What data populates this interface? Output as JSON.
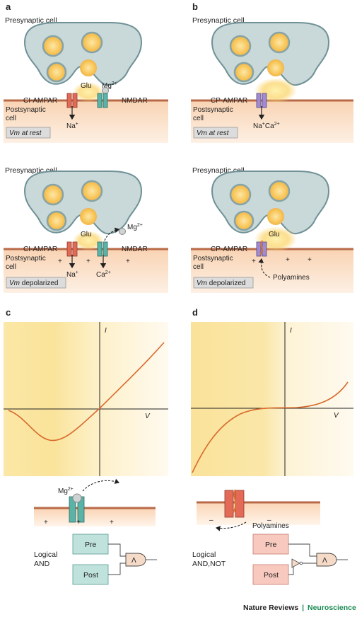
{
  "panels": {
    "a": {
      "letter": "a",
      "top": {
        "presynaptic": "Presynaptic cell",
        "glu": "Glu",
        "mg": "Mg",
        "mg_sup": "2+",
        "receptor_left": "CI-AMPAR",
        "receptor_right": "NMDAR",
        "postsynaptic": "Postsynaptic",
        "cell": "cell",
        "ion1": "Na",
        "ion1_sup": "+",
        "state_a": "Vm",
        "state_b": " at rest"
      },
      "bottom": {
        "presynaptic": "Presynaptic cell",
        "glu": "Glu",
        "mg": "Mg",
        "mg_sup": "2+",
        "receptor_left": "CI-AMPAR",
        "receptor_right": "NMDAR",
        "postsynaptic": "Postsynaptic",
        "cell": "cell",
        "ion1": "Na",
        "ion1_sup": "+",
        "ion2": "Ca",
        "ion2_sup": "2+",
        "state_a": "Vm",
        "state_b": " depolarized"
      }
    },
    "b": {
      "letter": "b",
      "top": {
        "presynaptic": "Presynaptic cell",
        "receptor": "CP-AMPAR",
        "postsynaptic": "Postsynaptic",
        "cell": "cell",
        "ions": "Na",
        "ions_sup": "+",
        "ions2": "Ca",
        "ions2_sup": "2+",
        "state_a": "Vm",
        "state_b": " at rest"
      },
      "bottom": {
        "presynaptic": "Presynaptic cell",
        "glu": "Glu",
        "receptor": "CP-AMPAR",
        "postsynaptic": "Postsynaptic",
        "cell": "cell",
        "polyamines": "Polyamines",
        "state_a": "Vm",
        "state_b": " depolarized"
      }
    },
    "c": {
      "letter": "c",
      "i_label": "I",
      "v_label": "V",
      "mg": "Mg",
      "mg_sup": "2+",
      "logic_1": "Logical",
      "logic_2": "AND",
      "pre": "Pre",
      "post": "Post",
      "gate": "Λ"
    },
    "d": {
      "letter": "d",
      "i_label": "I",
      "v_label": "V",
      "polyamines": "Polyamines",
      "logic_1": "Logical",
      "logic_2": "AND,NOT",
      "pre": "Pre",
      "post": "Post",
      "gate": "Λ"
    }
  },
  "footer": {
    "journal": "Nature Reviews",
    "separator": "|",
    "section": "Neuroscience"
  },
  "colors": {
    "presynaptic": "#c7d6d7",
    "vesicle": "#f7c45a",
    "postsynaptic": "#fbe0c8",
    "membrane": "#b86a48",
    "ampar": "#e06a55",
    "nmdar": "#5ab3a6",
    "cp_ampar": "#a08ad0",
    "curve": "#e07a30",
    "footer_accent": "#1a8a52"
  }
}
